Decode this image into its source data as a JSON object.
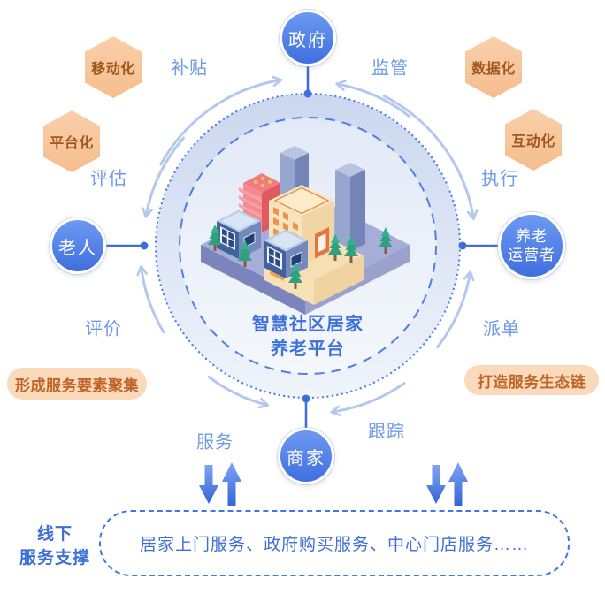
{
  "diagram": {
    "center": {
      "caption_line1": "智慧社区居家",
      "caption_line2": "养老平台"
    },
    "nodes": {
      "government": "政府",
      "elderly": "老人",
      "operator_line1": "养老",
      "operator_line2": "运营者",
      "merchant": "商家"
    },
    "flows": {
      "subsidy": "补贴",
      "supervision": "监管",
      "assessment": "评估",
      "execution": "执行",
      "evaluation": "评价",
      "dispatch": "派单",
      "service": "服务",
      "tracking": "跟踪"
    },
    "hexagons": {
      "mobile": "移动化",
      "data": "数据化",
      "platform": "平台化",
      "interactive": "互动化"
    },
    "side_tags": {
      "left": "形成服务要素聚集",
      "right": "打造服务生态链"
    }
  },
  "bottom": {
    "offline_label_line1": "线下",
    "offline_label_line2": "服务支撑",
    "services_box": "居家上门服务、政府购买服务、中心门店服务……"
  },
  "icons": {
    "center_illustration": "isometric-city-illustration",
    "bottom_arrows": "up-down-exchange-arrows",
    "ring_dots": "connector-dots"
  },
  "colors": {
    "node_blue_top": "#6e99f2",
    "node_blue_bottom": "#3f6fde",
    "accent_blue": "#3c6fd8",
    "flow_label_blue": "#6f9ae8",
    "arc_blue": "#b4c8ef",
    "ring_fill_top": "#cbd7ef",
    "ring_fill_bottom": "#f0f4fb",
    "ring_stroke": "#4d7fe2",
    "hexagon_fill": "#f8c79e",
    "hexagon_text": "#a0561e",
    "tag_fill": "#fbd9bb",
    "tag_text": "#bf6428",
    "dashed_box_border": "#3e78e4"
  }
}
